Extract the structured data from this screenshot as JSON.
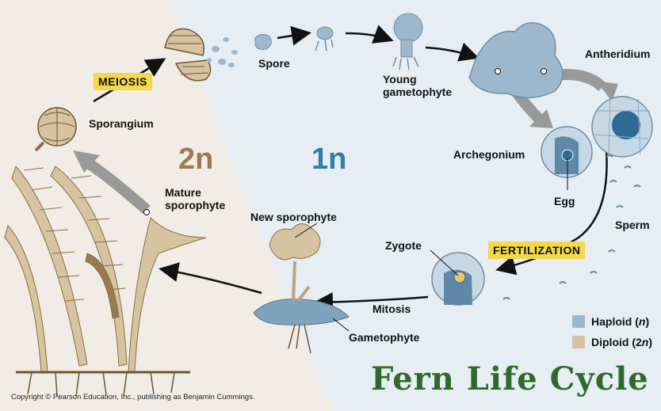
{
  "labels": {
    "meiosis": "MEIOSIS",
    "sporangium": "Sporangium",
    "spore": "Spore",
    "young_gametophyte_line1": "Young",
    "young_gametophyte_line2": "gametophyte",
    "antheridium": "Antheridium",
    "archegonium": "Archegonium",
    "egg": "Egg",
    "sperm": "Sperm",
    "fertilization": "FERTILIZATION",
    "zygote": "Zygote",
    "mitosis": "Mitosis",
    "gametophyte": "Gametophyte",
    "new_sporophyte": "New sporophyte",
    "mature_sporophyte_line1": "Mature",
    "mature_sporophyte_line2": "sporophyte",
    "diploid_phase": "2n",
    "haploid_phase": "1n"
  },
  "legend": {
    "haploid": "Haploid (",
    "haploid_var": "n",
    "haploid_close": ")",
    "diploid": "Diploid (2",
    "diploid_var": "n",
    "diploid_close": ")"
  },
  "title": "Fern Life Cycle",
  "copyright": "Copyright © Pearson Education, Inc., publishing as Benjamin Cummings.",
  "colors": {
    "haploid": "#9db8cc",
    "diploid": "#d6c4a0",
    "diploid_background": "#f1ede6",
    "haploid_background": "#e6eef4",
    "label_box": "#f2d84a",
    "title_green": "#2f6a2a",
    "diploid_text": "#9a7b4f",
    "haploid_text": "#2f7fa6"
  }
}
